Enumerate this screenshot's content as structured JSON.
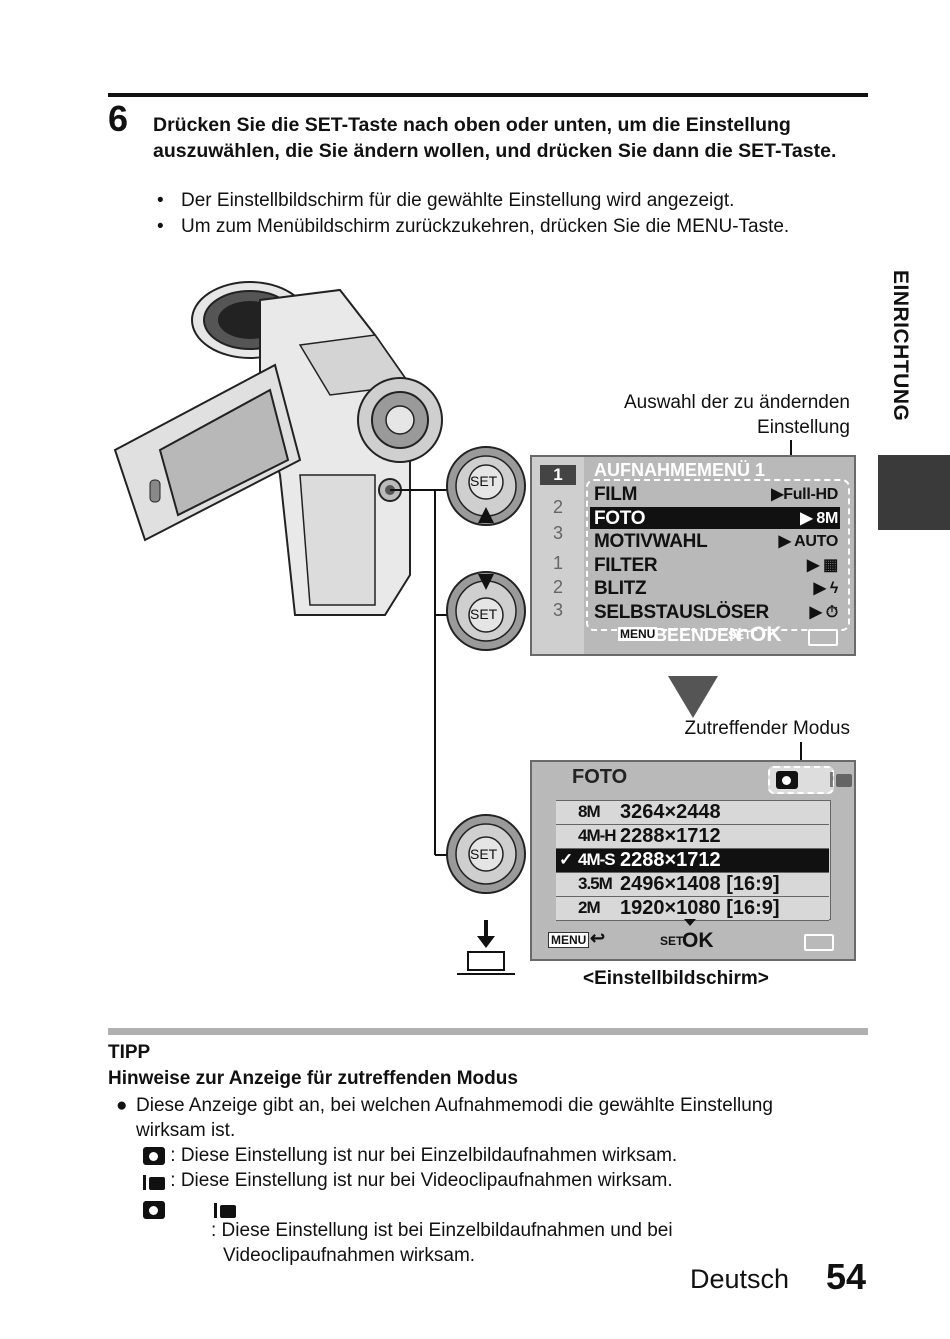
{
  "step": {
    "number": "6",
    "text": "Drücken Sie die SET-Taste nach oben oder unten, um die Einstellung auszuwählen, die Sie ändern wollen, und drücken Sie dann die SET-Taste.",
    "bullets": [
      "Der Einstellbildschirm für die gewählte Einstellung wird angezeigt.",
      "Um zum Menübildschirm zurückzukehren, drücken Sie die MENU-Taste."
    ]
  },
  "side_label": "EINRICHTUNG",
  "callouts": {
    "selection": "Auswahl der zu ändernden Einstellung",
    "mode": "Zutreffender Modus"
  },
  "set_button_label": "SET",
  "menu_screen": {
    "title": "AUFNAHMEMENÜ 1",
    "tabs": [
      "1",
      "2",
      "3",
      "1",
      "2",
      "3"
    ],
    "items": [
      {
        "label": "FILM",
        "value": "▶Full-HD"
      },
      {
        "label": "FOTO",
        "value": "▶ 8M"
      },
      {
        "label": "MOTIVWAHL",
        "value": "▶ AUTO"
      },
      {
        "label": "FILTER",
        "value": "▶ ▦"
      },
      {
        "label": "BLITZ",
        "value": "▶ ϟ"
      },
      {
        "label": "SELBSTAUSLÖSER",
        "value": "▶ ⏱"
      }
    ],
    "footer_menu": "MENU",
    "footer_exit": "BEENDEN",
    "footer_set": "SET",
    "footer_ok": "OK"
  },
  "setting_screen": {
    "title": "FOTO",
    "rows": [
      {
        "code": "8M",
        "value": "3264×2448",
        "check": ""
      },
      {
        "code": "4M-H",
        "value": "2288×1712",
        "check": ""
      },
      {
        "code": "4M-S",
        "value": "2288×1712",
        "check": "✓"
      },
      {
        "code": "3.5M",
        "value": "2496×1408 [16:9]",
        "check": ""
      },
      {
        "code": "2M",
        "value": "1920×1080 [16:9]",
        "check": ""
      }
    ],
    "footer_menu": "MENU",
    "footer_set": "SET",
    "footer_ok": "OK"
  },
  "caption": "<Einstellbildschirm>",
  "tipp": {
    "title": "TIPP",
    "subtitle": "Hinweise zur Anzeige für zutreffenden Modus",
    "bullet": "Diese Anzeige gibt an, bei welchen Aufnahmemodi die gewählte Einstellung wirksam ist.",
    "lines": [
      ": Diese Einstellung ist nur bei Einzelbildaufnahmen wirksam.",
      ": Diese Einstellung ist nur bei Videoclipaufnahmen wirksam.",
      ": Diese Einstellung ist bei Einzelbildaufnahmen und bei Videoclipaufnahmen wirksam."
    ]
  },
  "footer": {
    "language": "Deutsch",
    "page": "54"
  }
}
